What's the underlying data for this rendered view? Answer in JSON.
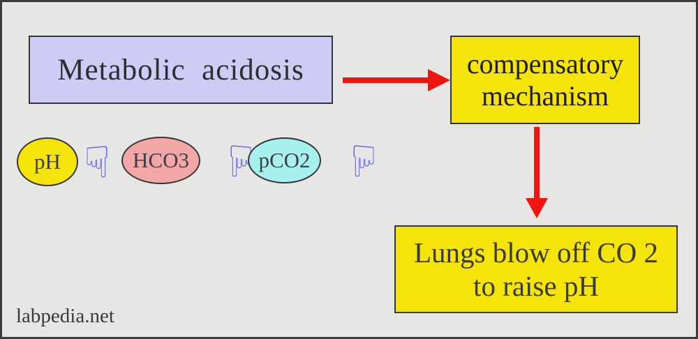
{
  "colors": {
    "bg": "#e6e6e5",
    "frame": "#3a3a3a",
    "box_border": "#35353a",
    "lavender": "#ccccf4",
    "yellow": "#f5e40a",
    "pink": "#f2a6a6",
    "cyan": "#a6f0f0",
    "arrow": "#ee1410",
    "hand": "#5c5cf2",
    "text": "#2e2e32",
    "watermark_text": "#3a3a3a"
  },
  "boxes": {
    "metabolic": {
      "label": "Metabolic  acidosis"
    },
    "compensatory": {
      "line1": "compensatory",
      "line2": "mechanism"
    },
    "lungs": {
      "line1": "Lungs blow off CO 2",
      "line2": "to raise pH"
    }
  },
  "indicators": [
    {
      "label": "pH",
      "direction": "down",
      "fill": "#f5e40a"
    },
    {
      "label": "HCO3",
      "direction": "down",
      "fill": "#f2a6a6"
    },
    {
      "label": "pCO2",
      "direction": "down",
      "fill": "#a6f0f0"
    }
  ],
  "icons": {
    "hand_down_glyph": "☟"
  },
  "footer": {
    "watermark": "labpedia.net"
  }
}
